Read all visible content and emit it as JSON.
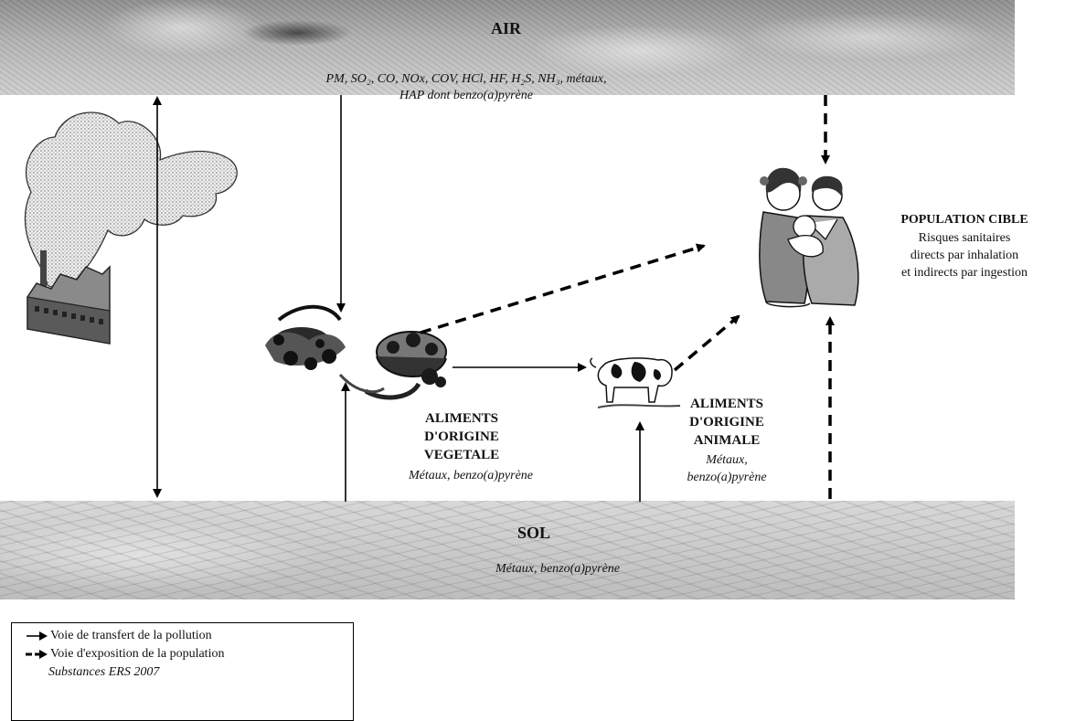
{
  "air": {
    "title": "AIR",
    "substances_line1": "PM, SO₂, CO, NOx, COV, HCl, HF, H₂S, NH₃, métaux,",
    "substances_line2": "HAP dont benzo(a)pyrène"
  },
  "sol": {
    "title": "SOL",
    "substances": "Métaux, benzo(a)pyrène"
  },
  "population": {
    "title": "POPULATION CIBLE",
    "line1": "Risques sanitaires",
    "line2": "directs par inhalation",
    "line3": "et indirects par ingestion"
  },
  "vegetal": {
    "line1": "ALIMENTS",
    "line2": "D'ORIGINE",
    "line3": "VEGETALE",
    "substances": "Métaux, benzo(a)pyrène"
  },
  "animal": {
    "line1": "ALIMENTS",
    "line2": "D'ORIGINE",
    "line3": "ANIMALE",
    "substances1": "Métaux,",
    "substances2": "benzo(a)pyrène"
  },
  "legend": {
    "transfer": "Voie de transfert de la pollution",
    "exposure": "Voie d'exposition de la population",
    "note": "Substances ERS 2007"
  },
  "icons": {
    "factory": "factory-icon",
    "smoke": "smoke-plume-icon",
    "vegetables": "vegetables-basket-icon",
    "cow": "cow-icon",
    "family": "family-icon"
  }
}
